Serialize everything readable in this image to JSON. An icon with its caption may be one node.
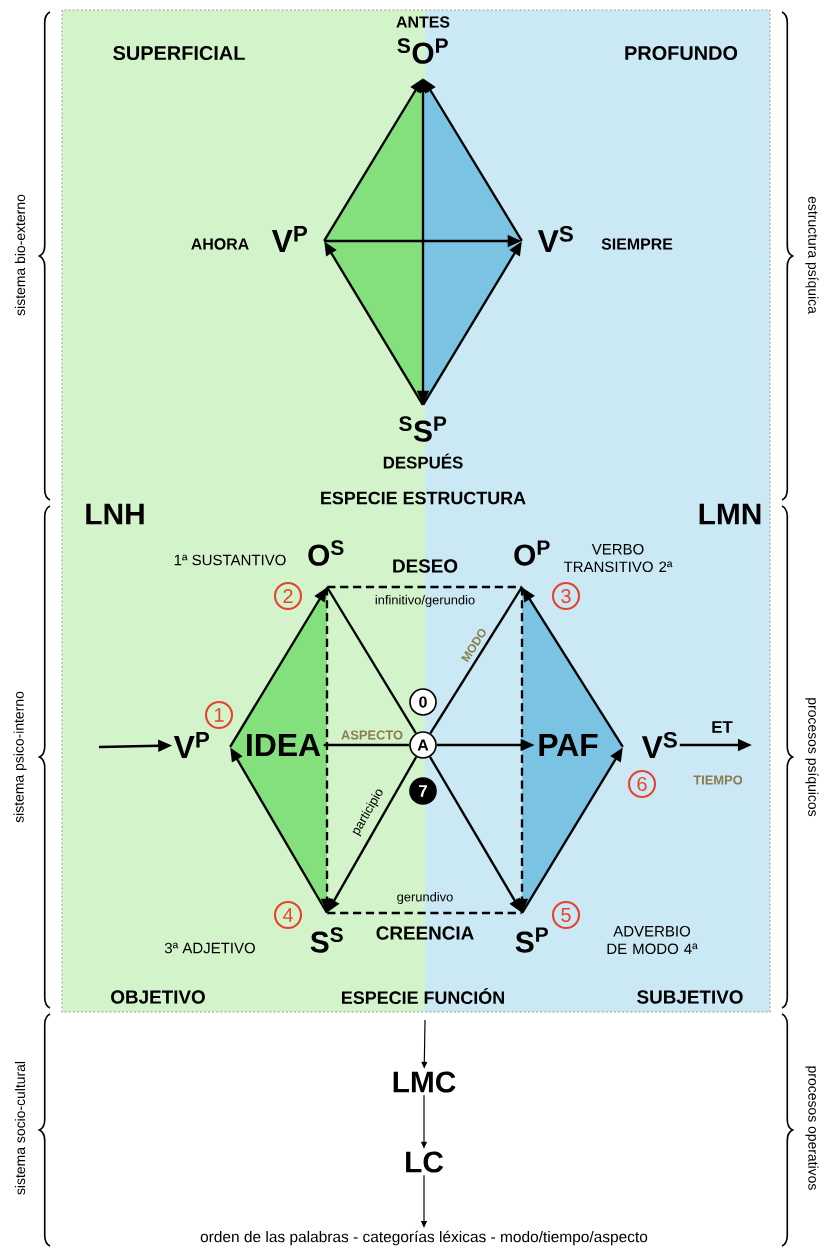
{
  "diagram": {
    "nodes": [
      {
        "text": [
          "$^{S}$O$^{P}$"
        ],
        "beside": [
          "ANTES"
        ]
      },
      {
        "text": [
          "V$^{P}$"
        ],
        "beside": [
          "AHORA"
        ]
      },
      {
        "text": [
          "V$^{S}$"
        ],
        "beside": [
          "SIEMPRE"
        ]
      },
      {
        "text": [
          "$^{S}$S$^{P}$"
        ],
        "beside": [
          "DESPUÉS"
        ]
      },
      {
        "text": [
          "O$^{S}$"
        ],
        "beside": [
          "1ª SUSTANTIVO"
        ]
      },
      {
        "text": [
          "O$^{P}$"
        ],
        "beside": [
          "VERBO TRANSITIVO 2ª"
        ]
      },
      {
        "text": [
          "2"
        ]
      },
      {
        "text": [
          "3"
        ]
      },
      {
        "text": [
          "1"
        ]
      },
      {
        "text": [
          "V$^{P}$"
        ]
      },
      {
        "text": [
          "IDEA"
        ]
      },
      {
        "text": [
          "0"
        ]
      },
      {
        "text": [
          "A"
        ]
      },
      {
        "text": [
          "PAF"
        ]
      },
      {
        "text": [
          "V$^{S}$"
        ]
      },
      {
        "text": [
          "7"
        ]
      },
      {
        "text": [
          "6"
        ]
      },
      {
        "text": [
          "4"
        ]
      },
      {
        "text": [
          "S$^{S}$"
        ]
      },
      {
        "text": [
          "S$^{P}$"
        ]
      },
      {
        "text": [
          "5"
        ]
      },
      {
        "text": [
          "LMC"
        ]
      },
      {
        "text": [
          "LC"
        ]
      },
      {
        "text": [
          "orden de las palabras - categorías léxicas - modo/tiempo/aspecto"
        ]
      }
    ],
    "edges": [
      {
        "from": 1,
        "to": 0,
        "arrow": "to"
      },
      {
        "from": 2,
        "to": 0,
        "arrow": "to"
      },
      {
        "from": 3,
        "to": 0,
        "arrow": "both"
      },
      {
        "from": 3,
        "to": 1,
        "arrow": "to"
      },
      {
        "from": 1,
        "to": 2,
        "arrow": "to"
      },
      {
        "from": 3,
        "to": 2,
        "arrow": "to"
      },
      {
        "from": null,
        "to": 9,
        "arrow": "to"
      },
      {
        "from": 9,
        "to": 4,
        "arrow": "to"
      },
      {
        "from": 18,
        "to": 9,
        "arrow": "to"
      },
      {
        "from": 4,
        "to": 18,
        "arrow": "to",
        "style": "dashed"
      },
      {
        "from": 4,
        "to": 5,
        "arrow": "none",
        "style": "dashed",
        "label": "infinitivo/gerundio"
      },
      {
        "from": 4,
        "to": 12,
        "arrow": "none"
      },
      {
        "from": 10,
        "to": 12,
        "arrow": "none",
        "label": "ASPECTO"
      },
      {
        "from": 12,
        "to": 18,
        "arrow": "to",
        "label": "participio"
      },
      {
        "from": 12,
        "to": 5,
        "arrow": "none",
        "label": "MODO"
      },
      {
        "from": 12,
        "to": 13,
        "arrow": "to"
      },
      {
        "from": 12,
        "to": 19,
        "arrow": "to"
      },
      {
        "from": 5,
        "to": 19,
        "arrow": "to",
        "style": "dashed"
      },
      {
        "from": 18,
        "to": 19,
        "arrow": "none",
        "style": "dashed",
        "label": "gerundivo"
      },
      {
        "from": 14,
        "to": 5,
        "arrow": "to"
      },
      {
        "from": 19,
        "to": 14,
        "arrow": "to"
      },
      {
        "from": 14,
        "to": null,
        "arrow": "to",
        "label": "ET"
      },
      {
        "from": null,
        "to": 21,
        "arrow": "to"
      },
      {
        "from": 21,
        "to": 22,
        "arrow": "to"
      },
      {
        "from": 22,
        "to": 23,
        "arrow": "to"
      }
    ],
    "labels": [
      "SUPERFICIAL",
      "PROFUNDO",
      "LNH",
      "ESPECIE ESTRUCTURA",
      "LMN",
      "DESEO",
      "TIEMPO",
      "CREENCIA",
      "OBJETIVO",
      "ESPECIE FUNCIÓN",
      "SUBJETIVO",
      "sistema bio-externo",
      "sistema psico-interno",
      "sistema socio-cultural",
      "estructura psíquica",
      "procesos psíquicos",
      "procesos operativos",
      "3ª ADJETIVO",
      "ADVERBIO DE MODO 4ª"
    ]
  }
}
